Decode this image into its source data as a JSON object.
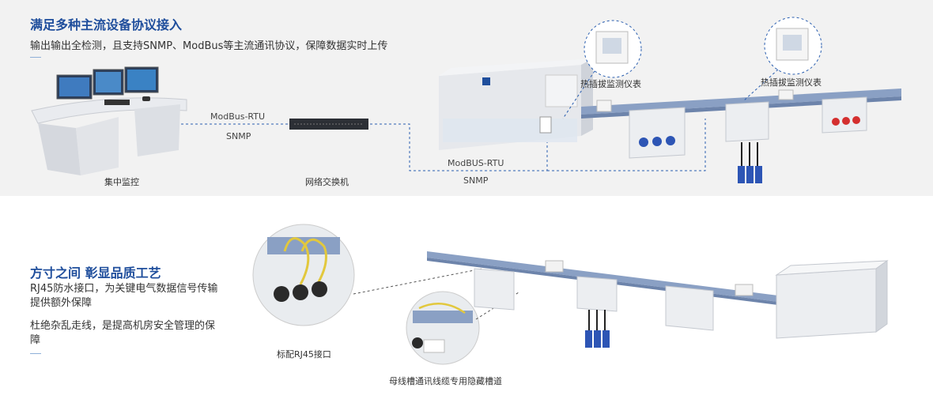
{
  "section1": {
    "title": "满足多种主流设备协议接入",
    "subtitle": "输出输出全检测，且支持SNMP、ModBus等主流通讯协议，保障数据实时上传",
    "labels": {
      "central_monitor": "集中监控",
      "network_switch": "网络交换机",
      "meter_left": "热插拔监测仪表",
      "meter_right": "热插拔监测仪表"
    },
    "protocols": {
      "link1_top": "ModBus-RTU",
      "link1_bottom": "SNMP",
      "link2_top": "ModBUS-RTU",
      "link2_bottom": "SNMP"
    }
  },
  "section2": {
    "title": "方寸之间  彰显品质工艺",
    "paragraph1": "RJ45防水接口，为关键电气数据信号传输提供额外保障",
    "paragraph2": "杜绝杂乱走线，是提高机房安全管理的保障",
    "labels": {
      "rj45": "标配RJ45接口",
      "hidden_channel": "母线槽通讯线缆专用隐藏槽道"
    }
  },
  "colors": {
    "accent": "#1f4e9c",
    "panel_bg": "#f2f2f2",
    "dashed_link": "#2b5fb0",
    "busbar": "#8aa0c4"
  }
}
